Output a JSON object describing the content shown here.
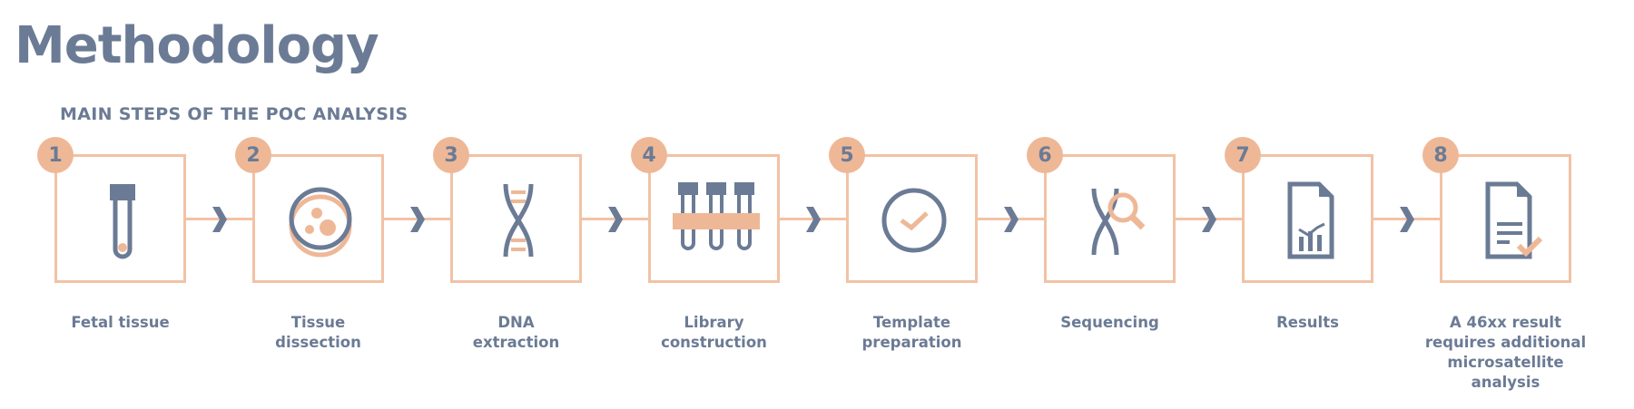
{
  "title": "Methodology",
  "subtitle": "MAIN STEPS OF THE POC ANALYSIS",
  "colors": {
    "primary": "#6b7b95",
    "accent": "#eeb897",
    "border": "#f2c2a5"
  },
  "steps": [
    {
      "number": "1",
      "label": "Fetal tissue",
      "icon": "test-tube-icon"
    },
    {
      "number": "2",
      "label": "Tissue dissection",
      "icon": "petri-dish-icon"
    },
    {
      "number": "3",
      "label": "DNA extraction",
      "icon": "dna-icon"
    },
    {
      "number": "4",
      "label": "Library construction",
      "icon": "tube-rack-icon"
    },
    {
      "number": "5",
      "label": "Template preparation",
      "icon": "clock-icon"
    },
    {
      "number": "6",
      "label": "Sequencing",
      "icon": "dna-magnifier-icon"
    },
    {
      "number": "7",
      "label": "Results",
      "icon": "chart-document-icon"
    },
    {
      "number": "8",
      "label": "A 46xx result requires additional microsatellite analysis",
      "icon": "document-check-icon"
    }
  ]
}
